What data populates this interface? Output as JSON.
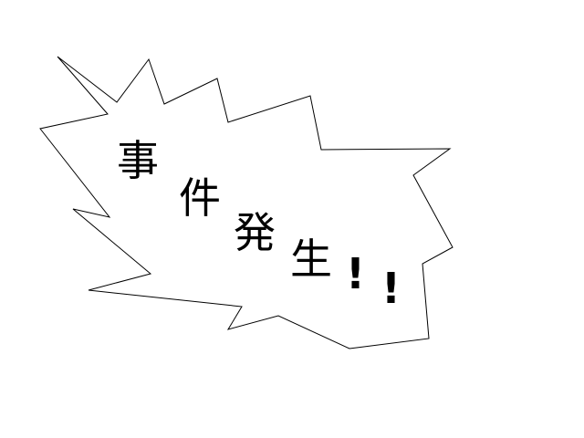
{
  "callout": {
    "chars": [
      "事",
      "件",
      "発",
      "生"
    ],
    "exclamations": [
      "!",
      "!"
    ],
    "outline_color": "#000000",
    "fill_color": "#ffffff",
    "text_color": "#000000"
  }
}
